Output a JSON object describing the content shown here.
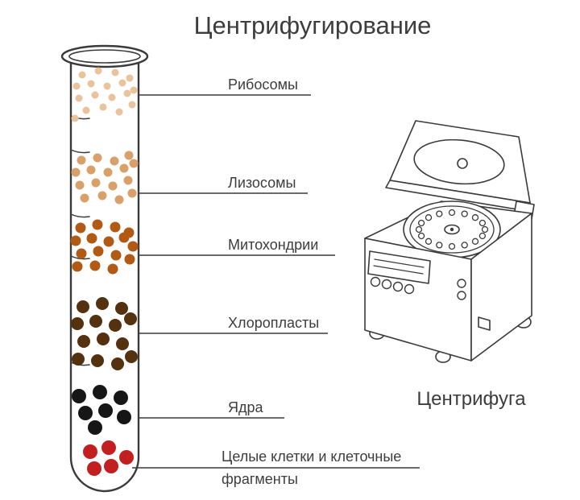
{
  "title": "Центрифугирование",
  "illustration_caption": "Центрифуга",
  "layers": [
    {
      "name": "ribosomes",
      "label": "Рибосомы",
      "color": "#e8c39c",
      "radius": 4.5,
      "dots": [
        [
          102,
          93
        ],
        [
          122,
          88
        ],
        [
          143,
          90
        ],
        [
          161,
          97
        ],
        [
          95,
          107
        ],
        [
          113,
          104
        ],
        [
          133,
          107
        ],
        [
          152,
          103
        ],
        [
          166,
          112
        ],
        [
          98,
          122
        ],
        [
          118,
          118
        ],
        [
          139,
          121
        ],
        [
          158,
          116
        ],
        [
          107,
          137
        ],
        [
          128,
          133
        ],
        [
          148,
          139
        ],
        [
          164,
          130
        ],
        [
          93,
          147
        ]
      ]
    },
    {
      "name": "lysosomes",
      "label": "Лизосомы",
      "color": "#d9a069",
      "radius": 5.5,
      "dots": [
        [
          101,
          199
        ],
        [
          121,
          196
        ],
        [
          142,
          200
        ],
        [
          160,
          193
        ],
        [
          94,
          214
        ],
        [
          113,
          211
        ],
        [
          134,
          214
        ],
        [
          154,
          209
        ],
        [
          166,
          203
        ],
        [
          99,
          230
        ],
        [
          119,
          227
        ],
        [
          140,
          231
        ],
        [
          159,
          224
        ],
        [
          105,
          246
        ],
        [
          127,
          243
        ],
        [
          148,
          248
        ],
        [
          164,
          240
        ]
      ]
    },
    {
      "name": "mitochondria",
      "label": "Митохондрии",
      "color": "#b15a15",
      "radius": 6.5,
      "dots": [
        [
          100,
          283
        ],
        [
          121,
          279
        ],
        [
          143,
          282
        ],
        [
          160,
          289
        ],
        [
          94,
          299
        ],
        [
          114,
          296
        ],
        [
          135,
          300
        ],
        [
          154,
          295
        ],
        [
          165,
          306
        ],
        [
          101,
          315
        ],
        [
          122,
          312
        ],
        [
          144,
          317
        ],
        [
          161,
          322
        ],
        [
          96,
          331
        ],
        [
          118,
          330
        ],
        [
          140,
          334
        ]
      ]
    },
    {
      "name": "chloroplasts",
      "label": "Хлоропласты",
      "color": "#55320f",
      "radius": 8,
      "dots": [
        [
          103,
          381
        ],
        [
          127,
          377
        ],
        [
          151,
          383
        ],
        [
          96,
          402
        ],
        [
          119,
          399
        ],
        [
          143,
          404
        ],
        [
          162,
          396
        ],
        [
          104,
          424
        ],
        [
          128,
          421
        ],
        [
          152,
          427
        ],
        [
          97,
          446
        ],
        [
          121,
          448
        ],
        [
          146,
          452
        ],
        [
          163,
          443
        ]
      ]
    },
    {
      "name": "nuclei",
      "label": "Ядра",
      "color": "#161616",
      "radius": 9,
      "dots": [
        [
          98,
          492
        ],
        [
          124,
          487
        ],
        [
          150,
          494
        ],
        [
          106,
          513
        ],
        [
          131,
          510
        ],
        [
          154,
          518
        ],
        [
          118,
          531
        ]
      ]
    },
    {
      "name": "whole-cells",
      "label": "Целые клетки и клеточные фрагменты",
      "label_line1": "Целые клетки и клеточные",
      "label_line2": "фрагменты",
      "color": "#c22020",
      "radius": 9,
      "dots": [
        [
          112,
          561
        ],
        [
          135,
          556
        ],
        [
          157,
          568
        ],
        [
          117,
          582
        ],
        [
          138,
          579
        ]
      ]
    }
  ],
  "colors": {
    "outline": "#3a3a3a",
    "text": "#3d3d3d",
    "background": "#ffffff"
  }
}
